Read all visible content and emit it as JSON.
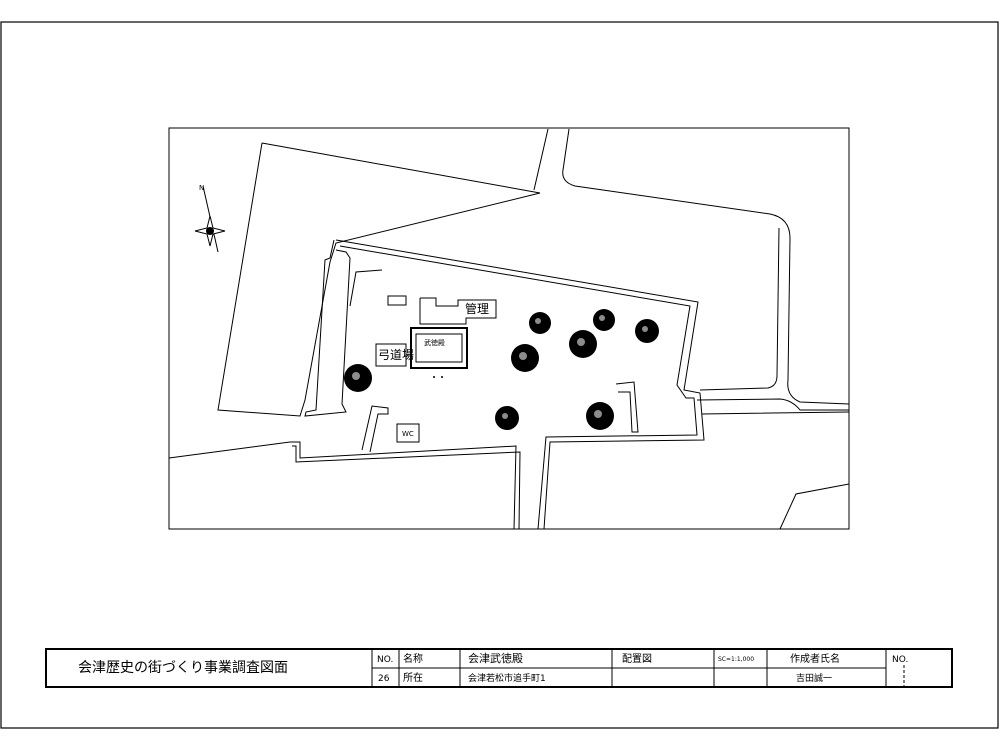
{
  "drawing": {
    "map_labels": {
      "kanri": "管理",
      "kyudojo": "弓道場",
      "butokuden": "武徳殿",
      "wc": "WC"
    },
    "north_label": "N"
  },
  "title_block": {
    "project_title": "会津歴史の街づくり事業調査図面",
    "no_label": "NO.",
    "no_value": "26",
    "name_label": "名称",
    "name_value": "会津武徳殿",
    "location_label": "所在",
    "location_value": "会津若松市追手町1",
    "drawing_type": "配置図",
    "scale": "SC=1:1,000",
    "author_label": "作成者氏名",
    "author_name": "吉田誠一",
    "sheet_no_label": "NO."
  }
}
